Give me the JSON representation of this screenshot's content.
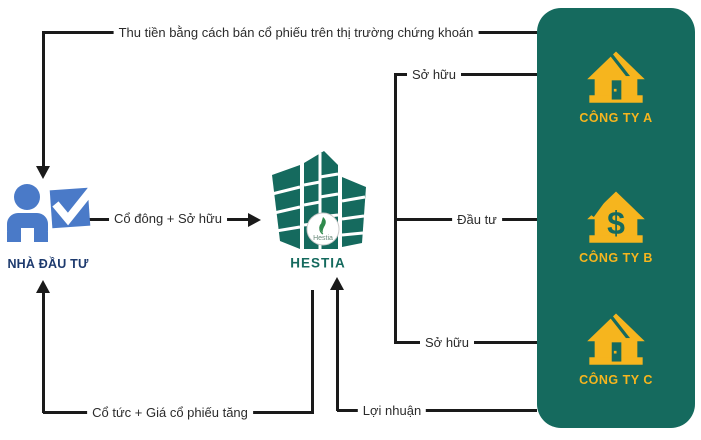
{
  "colors": {
    "panel_teal": "#156a5e",
    "accent_yellow": "#f6b51e",
    "investor_blue": "#4a7ac8",
    "investor_navy": "#1d3a6e",
    "line_black": "#1a1a1a"
  },
  "investor": {
    "label": "NHÀ ĐẦU TƯ"
  },
  "hestia": {
    "label": "HESTIA",
    "logo_text": "Hestia"
  },
  "panel": {
    "companies": [
      {
        "label": "CÔNG TY A",
        "icon": "house-door-icon"
      },
      {
        "label": "CÔNG TY B",
        "icon": "house-dollar-icon",
        "symbol": "$"
      },
      {
        "label": "CÔNG TY C",
        "icon": "house-door-icon"
      }
    ]
  },
  "flows": {
    "sell_shares": "Thu tiền bằng cách bán cổ phiếu trên thị trường chứng khoán",
    "shareholder": "Cổ đông + Sở hữu",
    "own_a": "Sở hữu",
    "invest_b": "Đầu tư",
    "own_c": "Sở hữu",
    "profit": "Lợi nhuận",
    "dividend": "Cổ tức + Giá cổ phiếu tăng"
  }
}
